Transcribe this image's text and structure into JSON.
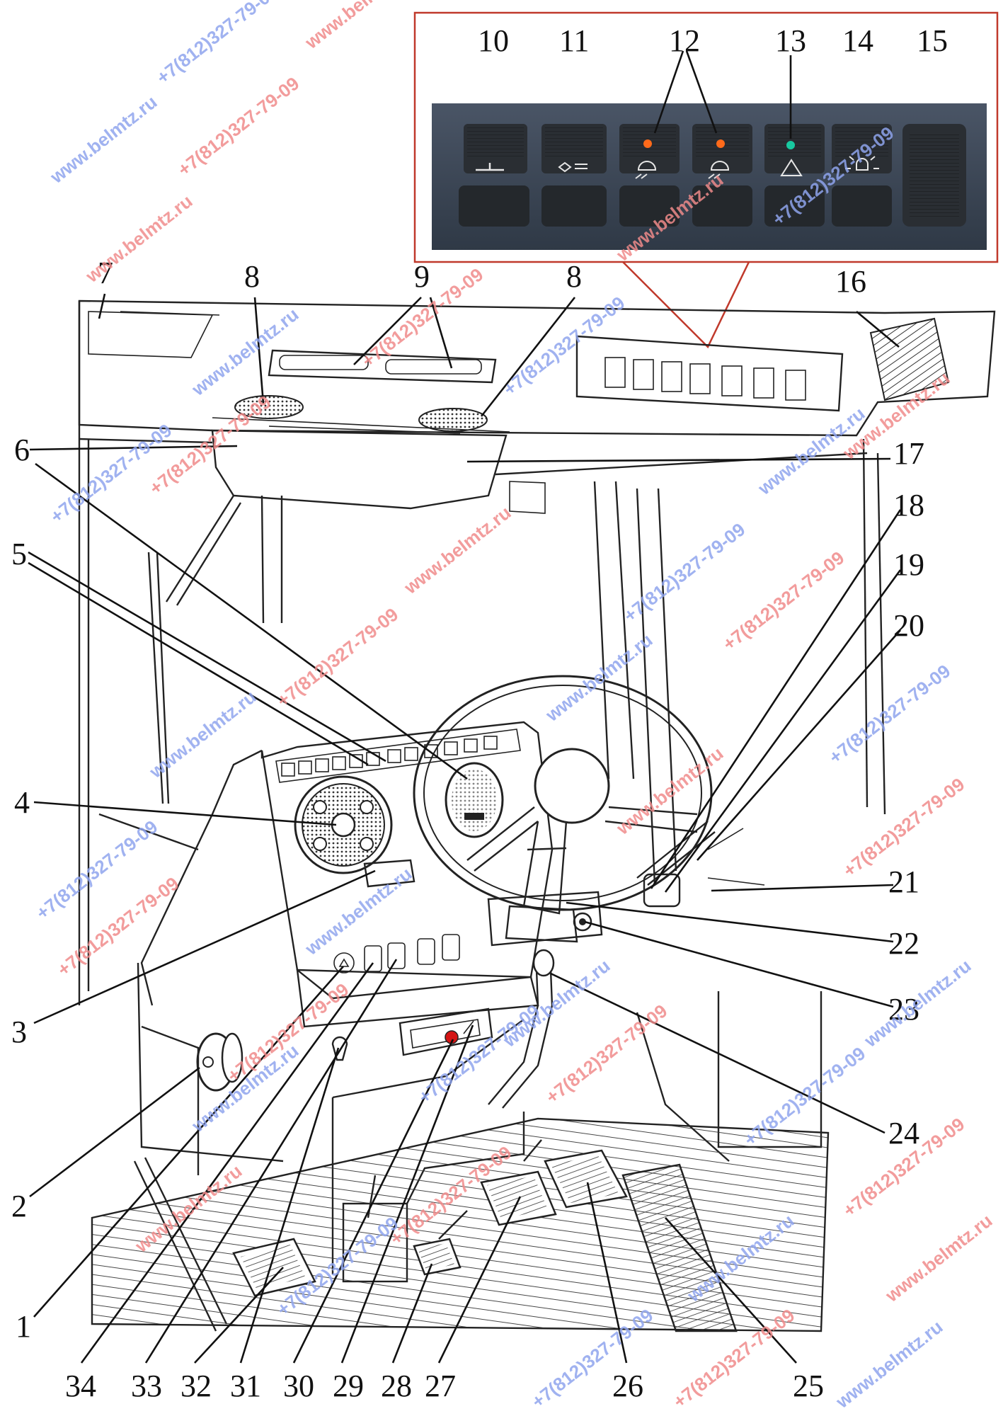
{
  "diagram": {
    "callouts": [
      "1",
      "2",
      "3",
      "4",
      "5",
      "6",
      "7",
      "8",
      "8",
      "9",
      "10",
      "11",
      "12",
      "13",
      "14",
      "15",
      "16",
      "17",
      "18",
      "19",
      "20",
      "21",
      "22",
      "23",
      "24",
      "25",
      "26",
      "27",
      "28",
      "29",
      "30",
      "31",
      "32",
      "33",
      "34"
    ],
    "watermarks": [
      "www.belmtz.ru",
      "+7(812)327-79-09"
    ]
  },
  "colors": {
    "background": "#ffffff",
    "line": "#222222",
    "inset_border": "#c0392b",
    "switch_panel": "#3a4656",
    "switch_key": "#2a2e33",
    "indicator_orange": "#ff6a1a",
    "indicator_green": "#18c9a0",
    "warning_red": "#d41414",
    "watermark_red": "#f08b8b",
    "watermark_blue": "#8fa4ee"
  }
}
